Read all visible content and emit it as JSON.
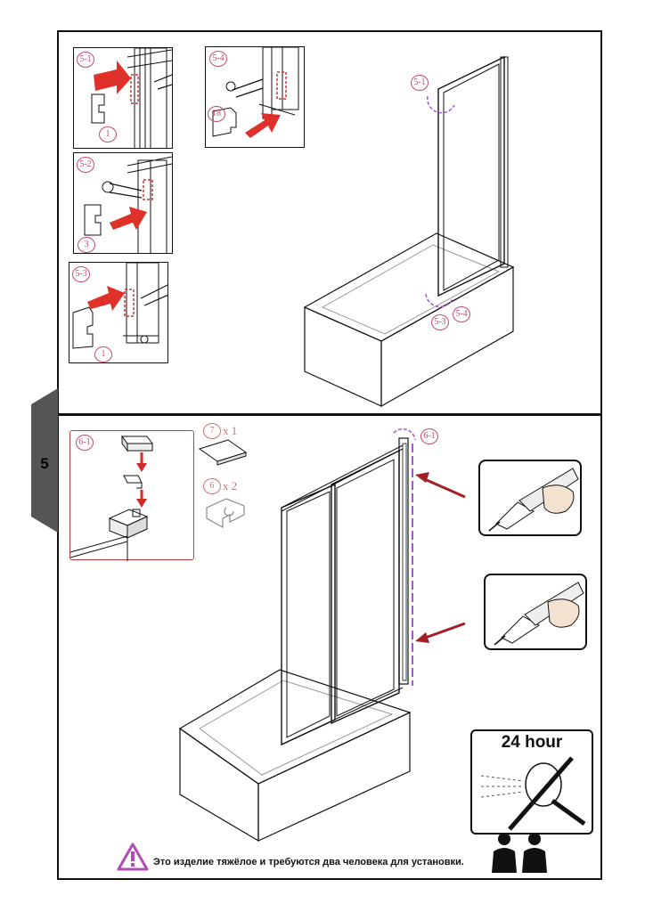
{
  "page": {
    "number": "5"
  },
  "step5": {
    "insets": [
      {
        "label": "5-1",
        "part": "1"
      },
      {
        "label": "5-2",
        "part": "3"
      },
      {
        "label": "5-3",
        "part": "1"
      },
      {
        "label": "5-4",
        "part": "18"
      }
    ],
    "callouts": {
      "top": "5-1",
      "bottom_left": "5-3",
      "bottom_right": "5-4"
    }
  },
  "step6": {
    "detail_label": "6-1",
    "callout": "6-1",
    "parts": [
      {
        "number": "7",
        "qty": "x 1"
      },
      {
        "number": "6",
        "qty": "x 2"
      }
    ]
  },
  "cure_time": {
    "text": "24 hour"
  },
  "warning": {
    "text": "Это изделие тяжёлое и требуются два человека для установки."
  },
  "colors": {
    "accent_red": "#c43a3a",
    "label_pink": "#c44d6f",
    "dash_purple": "#a25ad0",
    "warning_purple": "#b04bb8"
  }
}
